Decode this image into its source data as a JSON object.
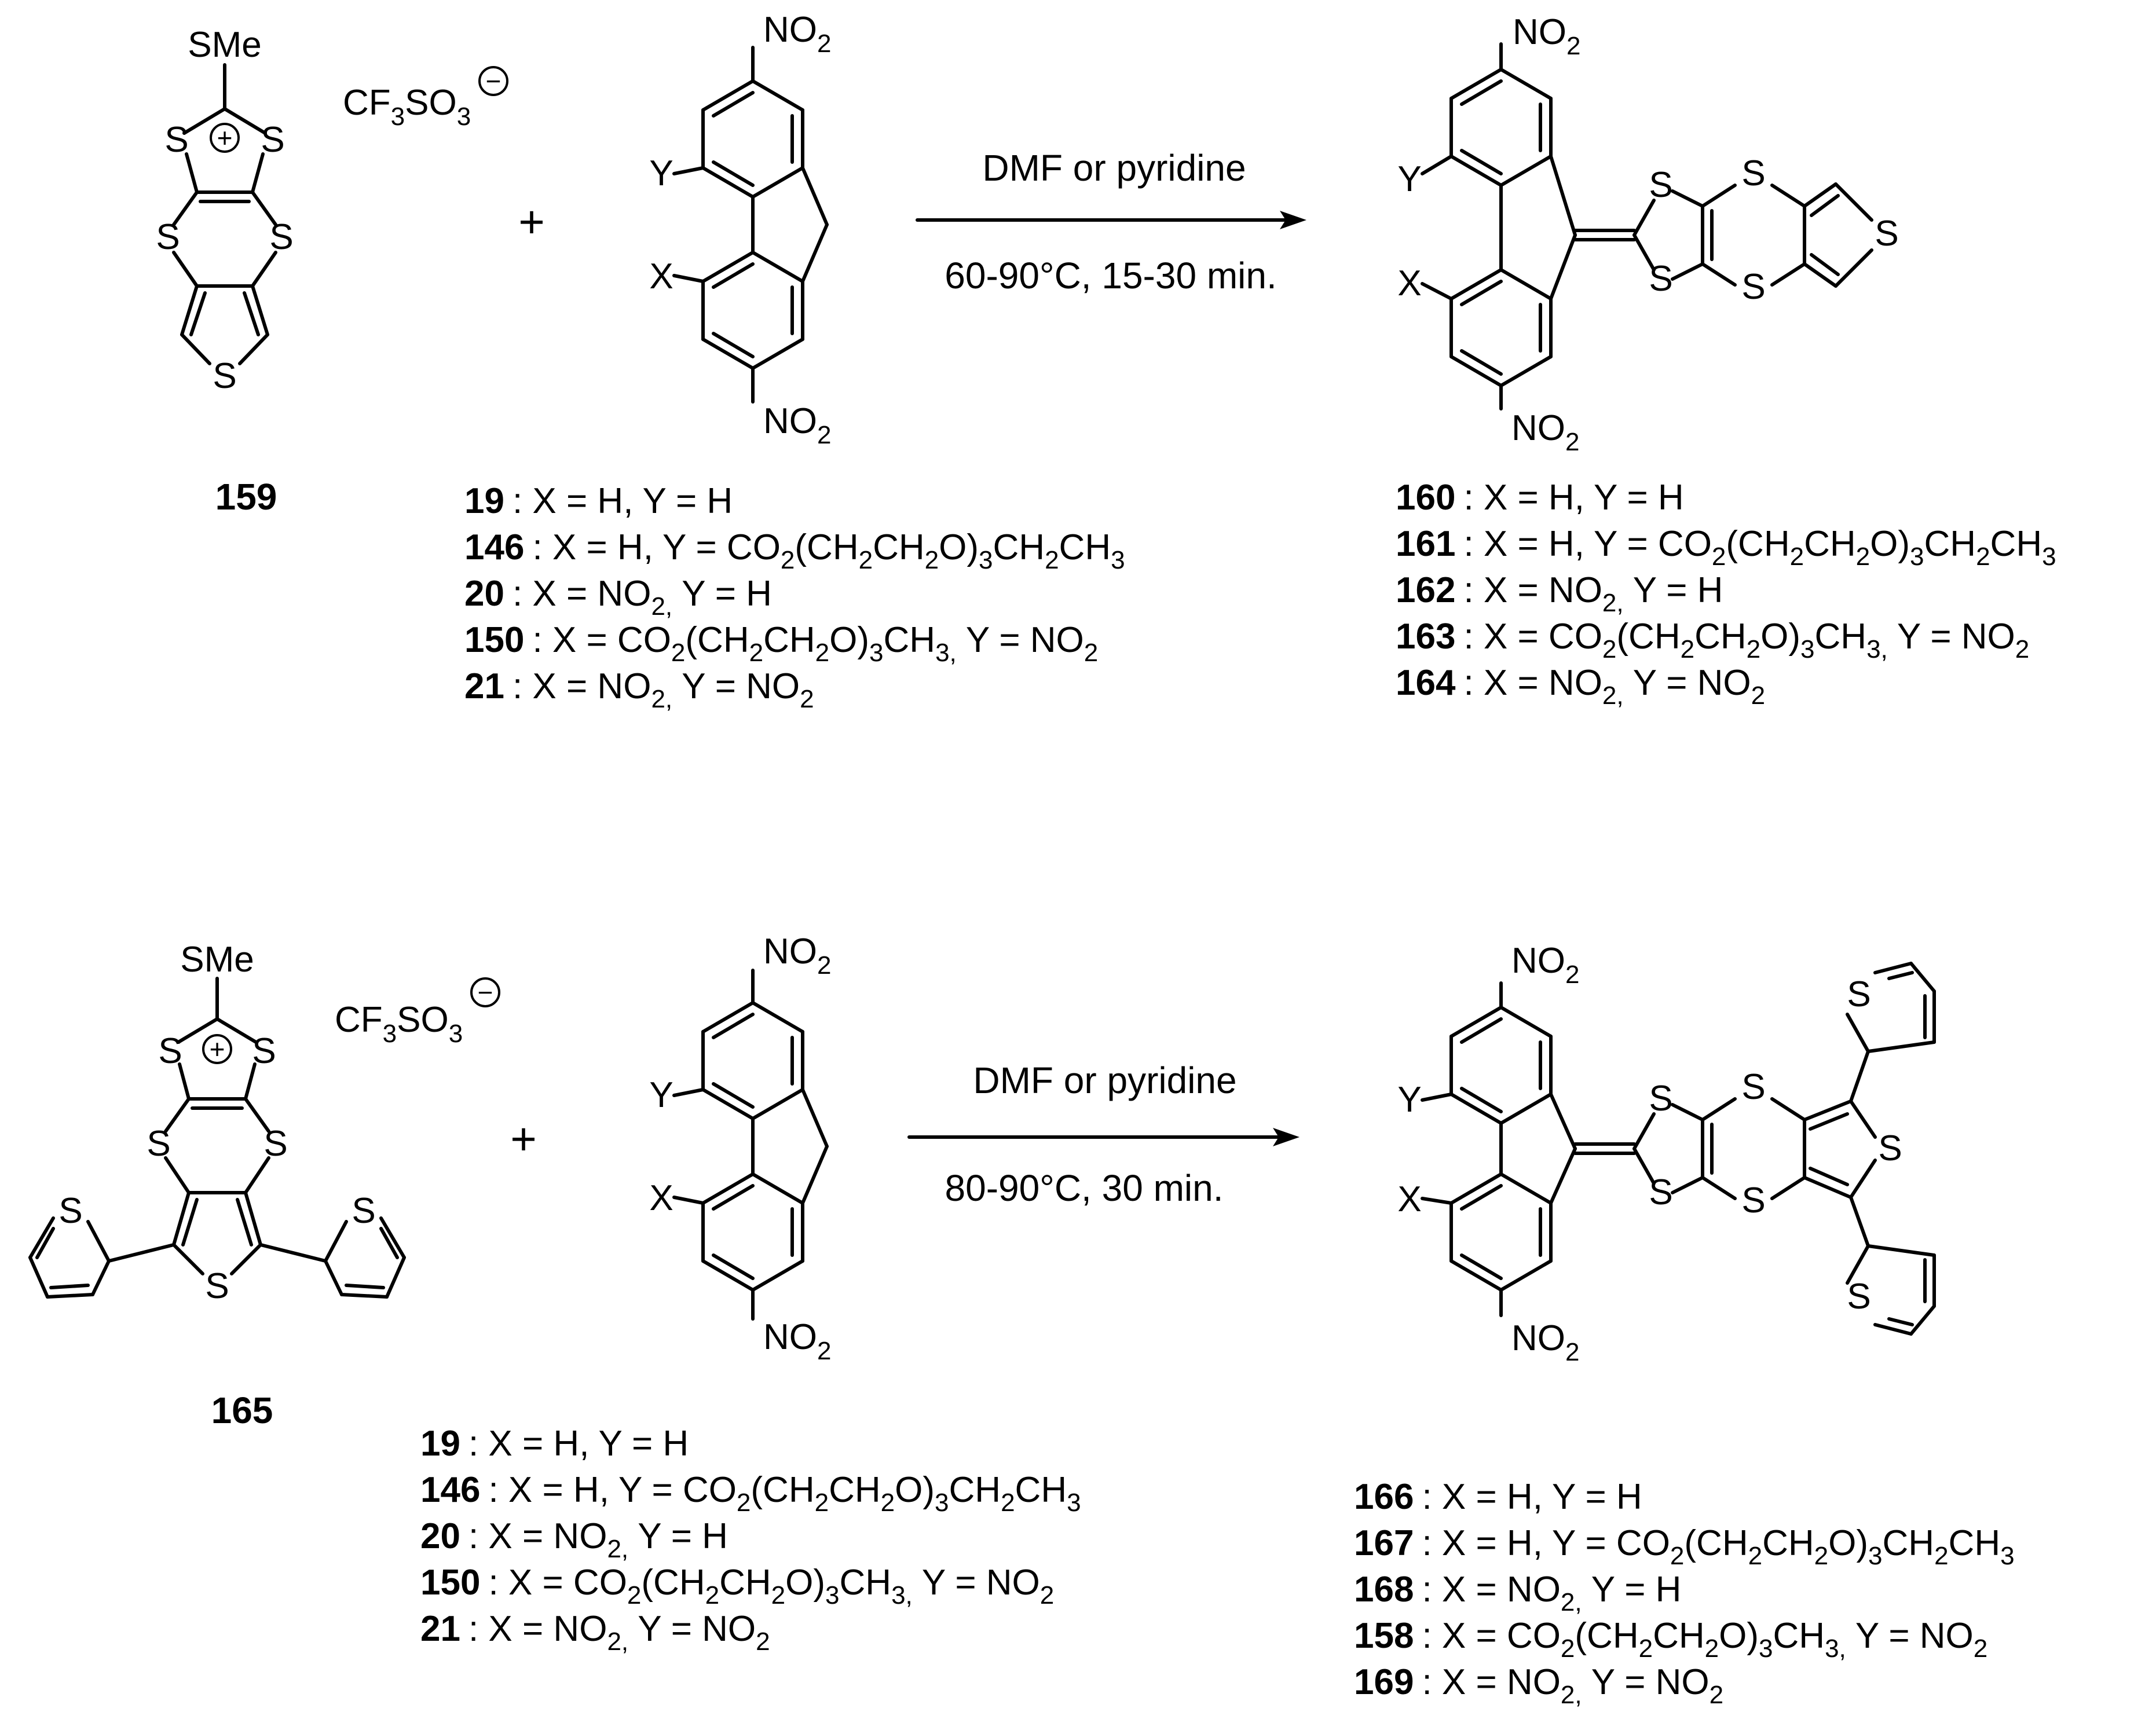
{
  "scheme1": {
    "reactant1": {
      "id": "159",
      "smethyl": "SMe",
      "counterion": [
        "CF",
        "3",
        "SO",
        "3"
      ],
      "charge_plus": "+",
      "charge_minus": "−",
      "atoms": {
        "s_ring1_left": "S",
        "s_ring1_right": "S",
        "s_dithiin_left": "S",
        "s_dithiin_right": "S",
        "s_thiophene": "S"
      }
    },
    "plus": "+",
    "reactant2": {
      "top_group": [
        "NO",
        "2"
      ],
      "bottom_group": [
        "NO",
        "2"
      ],
      "y": "Y",
      "x": "X",
      "legend": [
        {
          "num": "19",
          "text": [
            ": X = H, Y = H"
          ]
        },
        {
          "num": "146",
          "text": [
            ": X = H, Y = CO",
            "2",
            "(CH",
            "2",
            "CH",
            "2",
            "O)",
            "3",
            "CH",
            "2",
            "CH",
            "3"
          ]
        },
        {
          "num": "20",
          "text": [
            ": X = NO",
            "2,",
            " Y = H"
          ]
        },
        {
          "num": "150",
          "text": [
            ": X = CO",
            "2",
            "(CH",
            "2",
            "CH",
            "2",
            "O)",
            "3",
            "CH",
            "3,",
            " Y = NO",
            "2"
          ]
        },
        {
          "num": "21",
          "text": [
            ": X = NO",
            "2,",
            " Y = NO",
            "2"
          ]
        }
      ]
    },
    "arrow": {
      "above": "DMF or pyridine",
      "below": "60-90°C, 15-30 min."
    },
    "product": {
      "top_group": [
        "NO",
        "2"
      ],
      "bottom_group": [
        "NO",
        "2"
      ],
      "y": "Y",
      "x": "X",
      "atoms": {
        "s1": "S",
        "s2": "S",
        "s3": "S",
        "s4": "S",
        "s5": "S"
      },
      "legend": [
        {
          "num": "160",
          "text": [
            ": X = H, Y = H"
          ]
        },
        {
          "num": "161",
          "text": [
            ": X = H, Y = CO",
            "2",
            "(CH",
            "2",
            "CH",
            "2",
            "O)",
            "3",
            "CH",
            "2",
            "CH",
            "3"
          ]
        },
        {
          "num": "162",
          "text": [
            ": X = NO",
            "2,",
            " Y = H"
          ]
        },
        {
          "num": "163",
          "text": [
            ": X = CO",
            "2",
            "(CH",
            "2",
            "CH",
            "2",
            "O)",
            "3",
            "CH",
            "3,",
            " Y = NO",
            "2"
          ]
        },
        {
          "num": "164",
          "text": [
            ": X = NO",
            "2,",
            " Y = NO",
            "2"
          ]
        }
      ]
    }
  },
  "scheme2": {
    "reactant1": {
      "id": "165",
      "smethyl": "SMe",
      "counterion": [
        "CF",
        "3",
        "SO",
        "3"
      ],
      "charge_plus": "+",
      "charge_minus": "−",
      "atoms": {
        "s_ring1_left": "S",
        "s_ring1_right": "S",
        "s_dithiin_left": "S",
        "s_dithiin_right": "S",
        "s_thiophene": "S",
        "s_thienyl_left": "S",
        "s_thienyl_right": "S"
      }
    },
    "plus": "+",
    "reactant2": {
      "top_group": [
        "NO",
        "2"
      ],
      "bottom_group": [
        "NO",
        "2"
      ],
      "y": "Y",
      "x": "X",
      "legend": [
        {
          "num": "19",
          "text": [
            ": X = H, Y = H"
          ]
        },
        {
          "num": "146",
          "text": [
            ": X = H, Y = CO",
            "2",
            "(CH",
            "2",
            "CH",
            "2",
            "O)",
            "3",
            "CH",
            "2",
            "CH",
            "3"
          ]
        },
        {
          "num": "20",
          "text": [
            ": X = NO",
            "2,",
            " Y = H"
          ]
        },
        {
          "num": "150",
          "text": [
            ": X = CO",
            "2",
            "(CH",
            "2",
            "CH",
            "2",
            "O)",
            "3",
            "CH",
            "3,",
            " Y = NO",
            "2"
          ]
        },
        {
          "num": "21",
          "text": [
            ": X = NO",
            "2,",
            " Y = NO",
            "2"
          ]
        }
      ]
    },
    "arrow": {
      "above": "DMF or pyridine",
      "below": "80-90°C, 30 min."
    },
    "product": {
      "top_group": [
        "NO",
        "2"
      ],
      "bottom_group": [
        "NO",
        "2"
      ],
      "y": "Y",
      "x": "X",
      "atoms": {
        "s1": "S",
        "s2": "S",
        "s3": "S",
        "s4": "S",
        "s5": "S",
        "s_thienyl_top": "S",
        "s_thienyl_bottom": "S"
      },
      "legend": [
        {
          "num": "166",
          "text": [
            ": X = H, Y = H"
          ]
        },
        {
          "num": "167",
          "text": [
            ": X = H, Y = CO",
            "2",
            "(CH",
            "2",
            "CH",
            "2",
            "O)",
            "3",
            "CH",
            "2",
            "CH",
            "3"
          ]
        },
        {
          "num": "168",
          "text": [
            ": X = NO",
            "2,",
            " Y = H"
          ]
        },
        {
          "num": "158",
          "text": [
            ": X = CO",
            "2",
            "(CH",
            "2",
            "CH",
            "2",
            "O)",
            "3",
            "CH",
            "3,",
            " Y = NO",
            "2"
          ]
        },
        {
          "num": "169",
          "text": [
            ": X = NO",
            "2,",
            " Y = NO",
            "2"
          ]
        }
      ]
    }
  }
}
